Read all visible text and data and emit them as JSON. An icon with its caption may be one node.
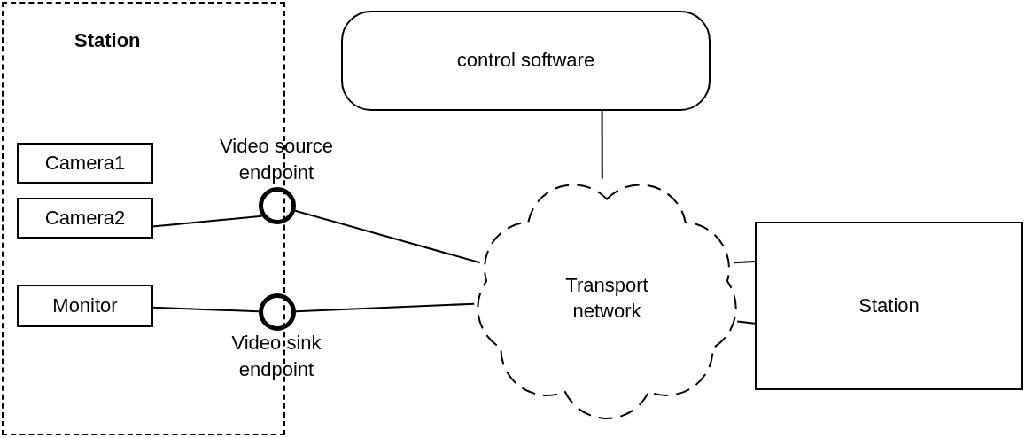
{
  "diagram": {
    "nodes": [
      {
        "text": [
          "Station"
        ]
      },
      {
        "text": [
          "Camera1"
        ],
        "in": 0
      },
      {
        "text": [
          "Camera2"
        ],
        "in": 0
      },
      {
        "text": [
          "Monitor"
        ],
        "in": 0
      },
      {
        "text": [],
        "shape": "circle",
        "beside": [
          "Video source endpoint"
        ]
      },
      {
        "text": [],
        "shape": "circle",
        "beside": [
          "Video sink endpoint"
        ]
      },
      {
        "text": [
          "control software"
        ]
      },
      {
        "text": [
          "Transport network"
        ]
      },
      {
        "text": [
          "Station"
        ]
      }
    ],
    "edges": [
      {
        "from": 2,
        "to": 4,
        "arrow": "none"
      },
      {
        "from": 4,
        "to": 7,
        "arrow": "none"
      },
      {
        "from": 3,
        "to": 5,
        "arrow": "none"
      },
      {
        "from": 5,
        "to": 7,
        "arrow": "none"
      },
      {
        "from": 6,
        "to": 7,
        "arrow": "none"
      },
      {
        "from": 7,
        "to": 8,
        "arrow": "none"
      },
      {
        "from": 7,
        "to": 8,
        "arrow": "none"
      }
    ]
  }
}
